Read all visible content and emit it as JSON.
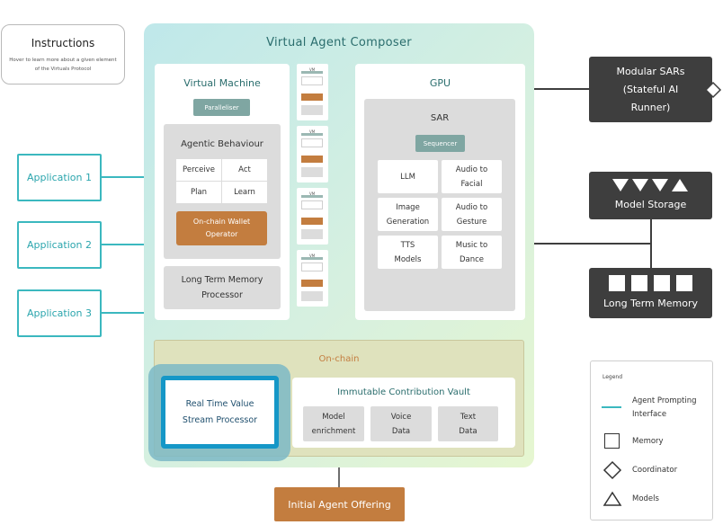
{
  "instructions": {
    "title": "Instructions",
    "subtitle": "Hover to learn more about a given element of the Virtuals Protocol"
  },
  "composer": {
    "title": "Virtual Agent Composer",
    "virtual_machine": {
      "title": "Virtual Machine",
      "paralleliser": "Paralleliser",
      "agentic_behaviour": {
        "title": "Agentic Behaviour",
        "cells": [
          "Perceive",
          "Act",
          "Plan",
          "Learn"
        ],
        "wallet_operator": "On-chain Wallet Operator"
      },
      "long_term_memory_processor": "Long Term Memory Processor"
    },
    "vm_instances": [
      "VM",
      "VM",
      "VM",
      "VM"
    ],
    "gpu": {
      "title": "GPU",
      "sar": {
        "title": "SAR",
        "sequencer": "Sequencer",
        "cells": [
          "LLM",
          "Audio to Facial",
          "Image Generation",
          "Audio to Gesture",
          "TTS Models",
          "Music to Dance"
        ]
      }
    },
    "onchain": {
      "title": "On-chain",
      "rtv_processor": "Real Time Value Stream Processor",
      "vault": {
        "title": "Immutable Contribution Vault",
        "cells": [
          "Model enrichment",
          "Voice Data",
          "Text Data"
        ]
      }
    }
  },
  "initial_agent_offering": "Initial Agent Offering",
  "applications": [
    "Application 1",
    "Application 2",
    "Application 3"
  ],
  "right": {
    "modular_sars": "Modular SARs (Stateful AI Runner)",
    "model_storage": "Model Storage",
    "long_term_memory": "Long Term Memory"
  },
  "legend": {
    "title": "Legend",
    "items": [
      {
        "label": "Agent Prompting Interface",
        "icon": "line-icon"
      },
      {
        "label": "Memory",
        "icon": "square-icon"
      },
      {
        "label": "Coordinator",
        "icon": "diamond-icon"
      },
      {
        "label": "Models",
        "icon": "triangle-icon"
      }
    ]
  },
  "colors": {
    "teal": "#3bb8bf",
    "orange": "#c37d3f",
    "dark": "#3e3e3e",
    "blue_highlight": "#1597c7"
  }
}
